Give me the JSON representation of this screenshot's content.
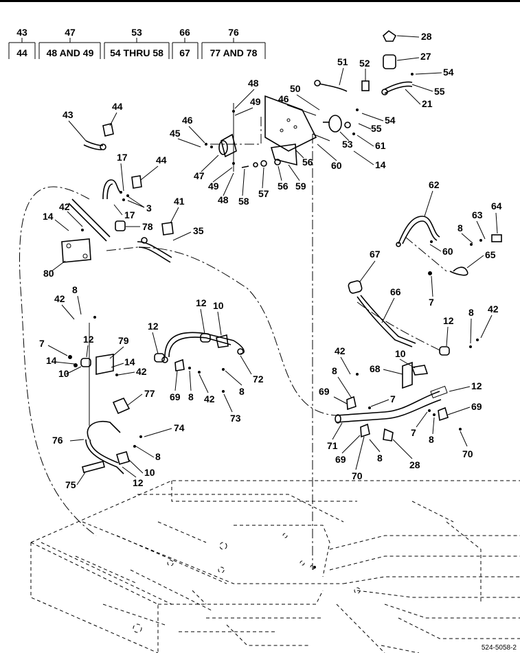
{
  "figure_number": "524-5058-2",
  "header_groups": [
    {
      "top": "43",
      "bottom": "44"
    },
    {
      "top": "47",
      "bottom": "48 AND 49"
    },
    {
      "top": "53",
      "bottom": "54 THRU 58"
    },
    {
      "top": "66",
      "bottom": "67"
    },
    {
      "top": "76",
      "bottom": "77 AND 78"
    }
  ],
  "callouts": [
    "28",
    "27",
    "54",
    "55",
    "21",
    "52",
    "51",
    "50",
    "46",
    "55",
    "54",
    "53",
    "61",
    "14",
    "60",
    "56",
    "59",
    "56",
    "57",
    "58",
    "48",
    "49",
    "46",
    "45",
    "47",
    "49",
    "48",
    "44",
    "43",
    "17",
    "44",
    "3",
    "17",
    "42",
    "14",
    "78",
    "80",
    "41",
    "35",
    "62",
    "64",
    "63",
    "8",
    "60",
    "65",
    "7",
    "67",
    "66",
    "12",
    "8",
    "42",
    "42",
    "8",
    "7",
    "12",
    "79",
    "14",
    "14",
    "10",
    "42",
    "12",
    "10",
    "12",
    "69",
    "8",
    "42",
    "72",
    "8",
    "73",
    "77",
    "74",
    "76",
    "8",
    "10",
    "75",
    "12",
    "10",
    "68",
    "42",
    "8",
    "69",
    "7",
    "12",
    "69",
    "71",
    "7",
    "8",
    "69",
    "70",
    "8",
    "28",
    "70"
  ]
}
